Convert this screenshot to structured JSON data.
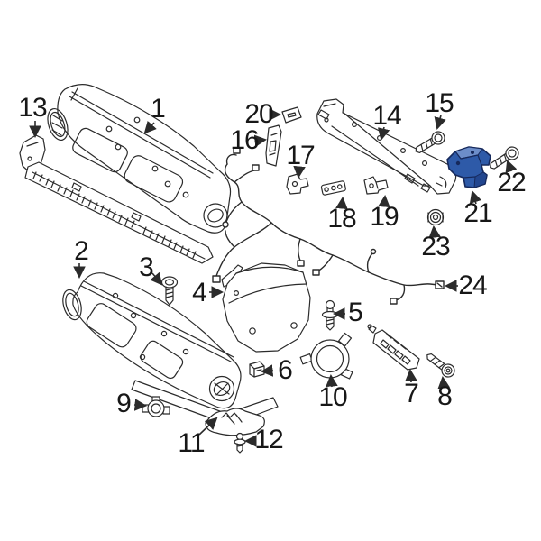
{
  "diagram": {
    "background": "#ffffff",
    "line_color": "#2b2b2b",
    "label_color": "#171717",
    "selected_part": "21",
    "highlight": {
      "fill": "#2e5aa8",
      "stroke": "#16295c",
      "light": "#6c8dc9",
      "shade": "#22468f"
    },
    "callouts": [
      {
        "number": "1"
      },
      {
        "number": "2"
      },
      {
        "number": "3"
      },
      {
        "number": "4"
      },
      {
        "number": "5"
      },
      {
        "number": "6"
      },
      {
        "number": "7"
      },
      {
        "number": "8"
      },
      {
        "number": "9"
      },
      {
        "number": "10"
      },
      {
        "number": "11"
      },
      {
        "number": "12"
      },
      {
        "number": "13"
      },
      {
        "number": "14"
      },
      {
        "number": "15"
      },
      {
        "number": "16"
      },
      {
        "number": "17"
      },
      {
        "number": "18"
      },
      {
        "number": "19"
      },
      {
        "number": "20"
      },
      {
        "number": "21"
      },
      {
        "number": "22"
      },
      {
        "number": "23"
      },
      {
        "number": "24"
      }
    ]
  }
}
